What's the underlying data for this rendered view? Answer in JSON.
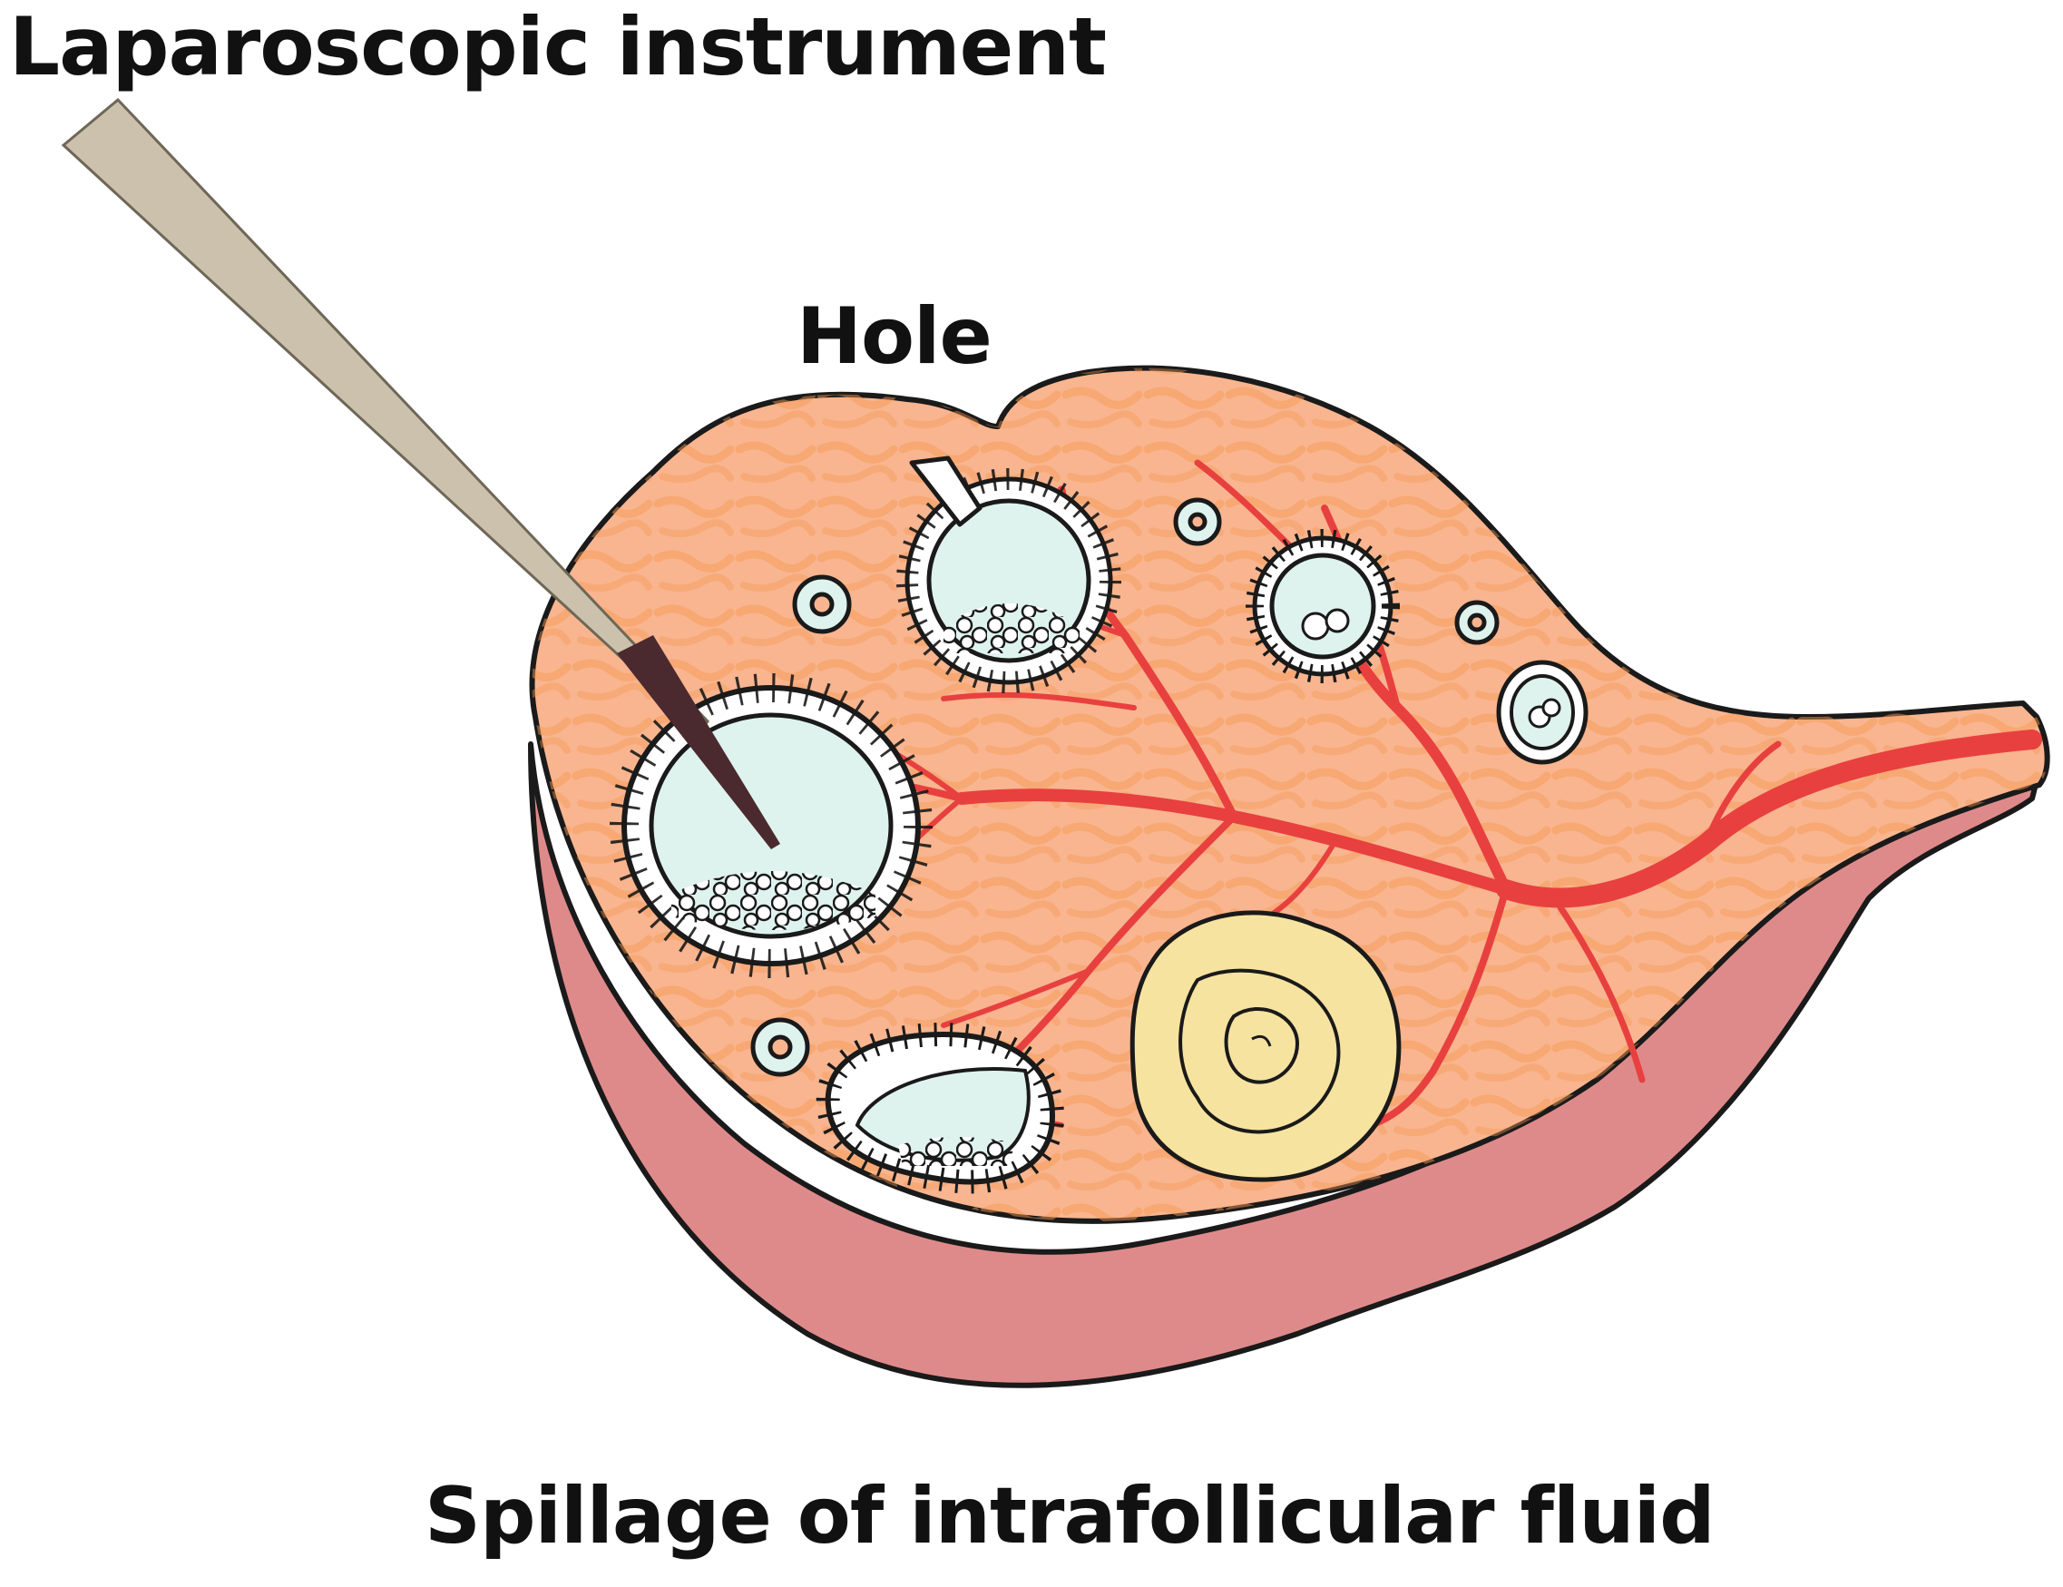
{
  "labels": {
    "instrument": "Laparoscopic instrument",
    "hole": "Hole",
    "caption": "Spillage of intrafollicular fluid"
  },
  "colors": {
    "ovary_surface": "#f8b58f",
    "ovary_texture": "#f59a55",
    "ovary_side": "#df8a8a",
    "vessel": "#e8403f",
    "follicle_fluid": "#dff3ee",
    "corpus": "#f7e3a0",
    "instrument": "#cbc1ac",
    "outline": "#1a1a1a"
  },
  "icons": {
    "ovary": "ovary-cross-section-illustration",
    "instrument": "laparoscopic-needle-icon"
  }
}
